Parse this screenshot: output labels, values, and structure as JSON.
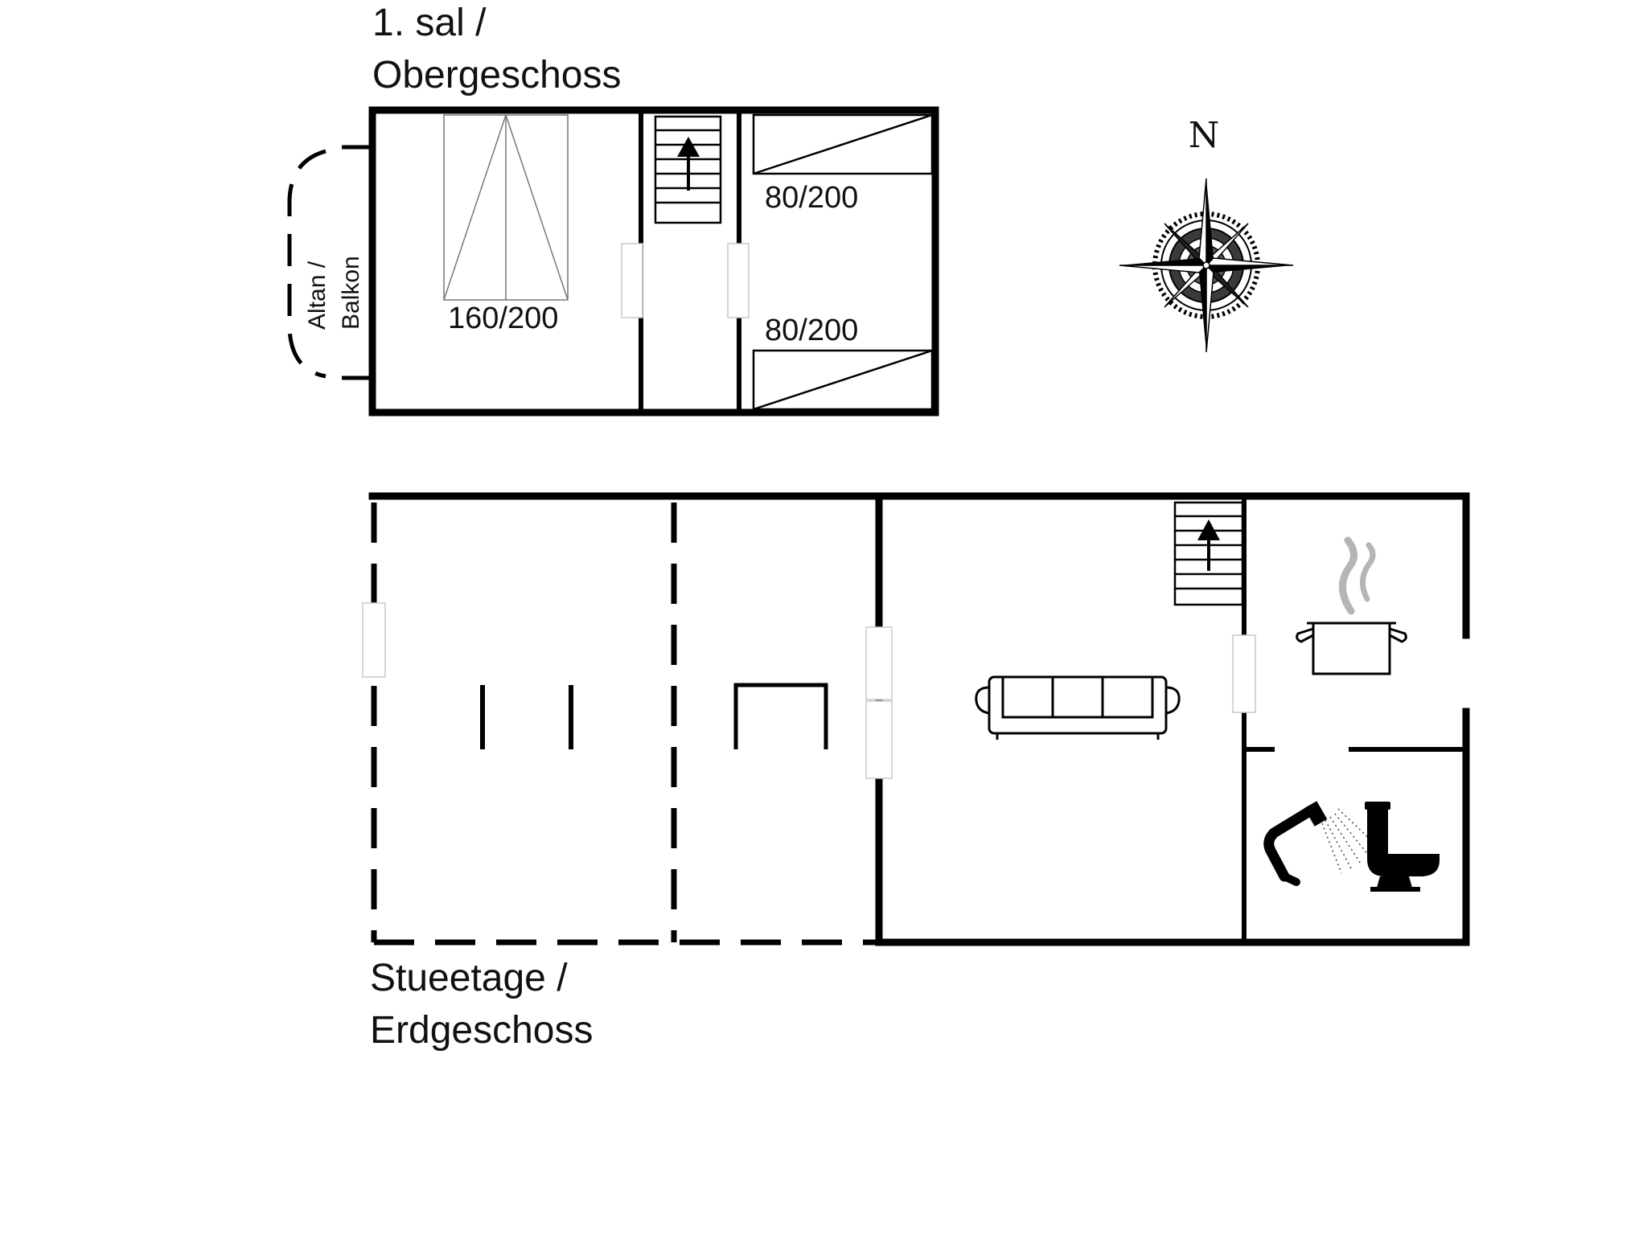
{
  "upper_floor": {
    "title_line1": "1. sal /",
    "title_line2": "Obergeschoss",
    "balcony_line1": "Altan /",
    "balcony_line2": "Balkon",
    "bed_double": "160/200",
    "bed_single_top": "80/200",
    "bed_single_bottom": "80/200"
  },
  "ground_floor": {
    "title_line1": "Stueetage /",
    "title_line2": "Erdgeschoss"
  },
  "compass": {
    "north_label": "N"
  },
  "icons": {
    "stairs": "stairs-up-icon",
    "sofa": "sofa-icon",
    "kitchen": "cooking-pot-icon",
    "shower": "shower-icon",
    "toilet": "toilet-icon",
    "compass": "compass-rose-icon"
  }
}
